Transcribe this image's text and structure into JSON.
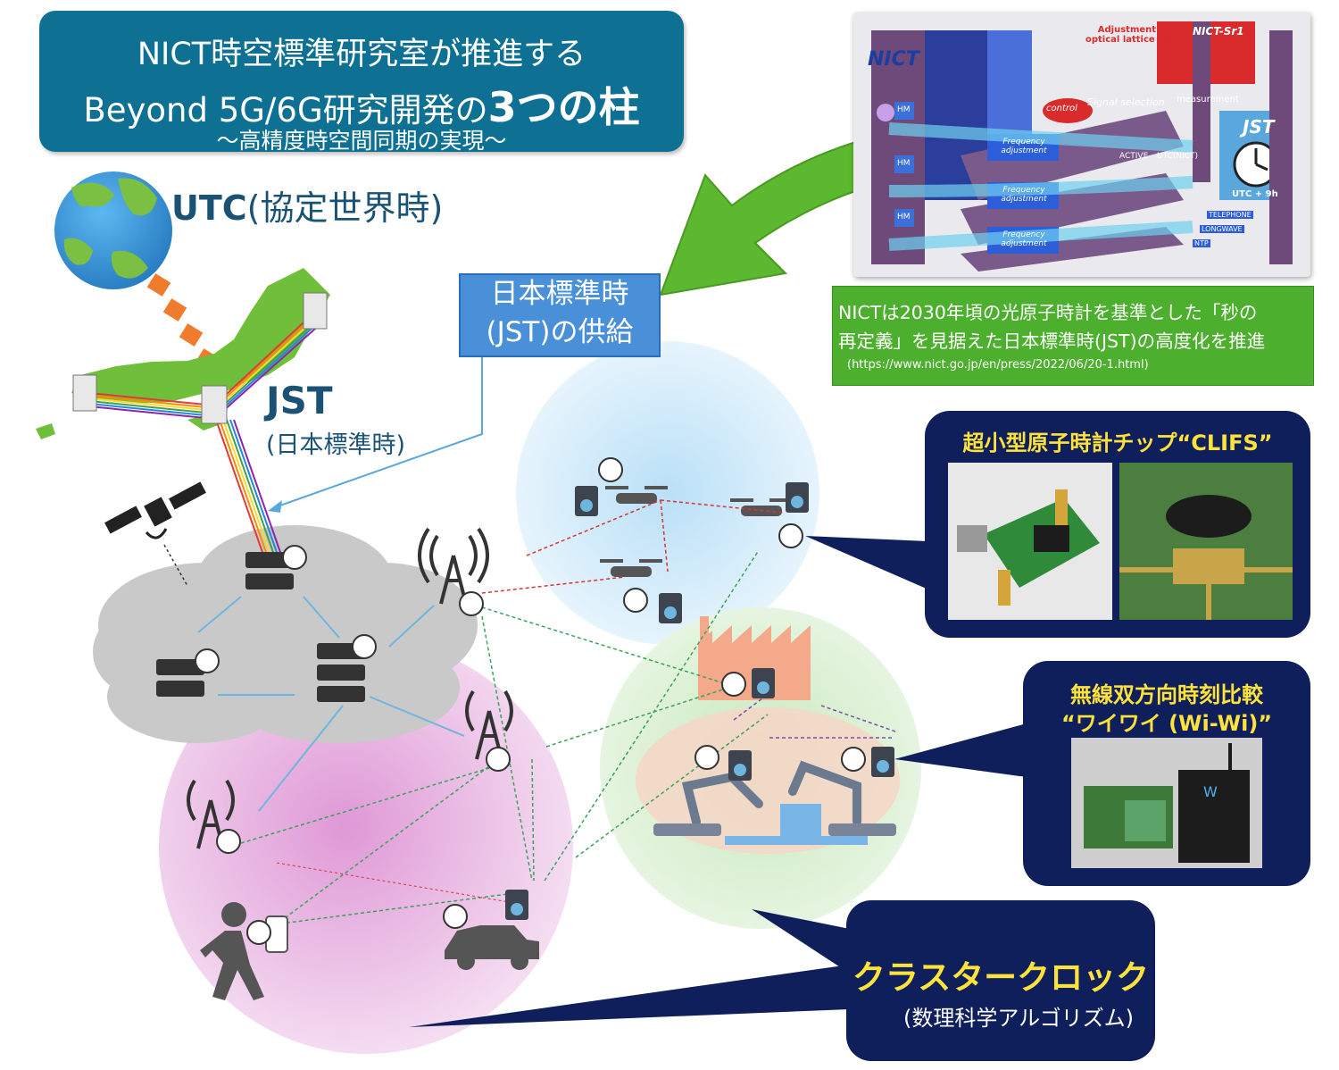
{
  "title": {
    "line1": "NICT時空標準研究室が推進する",
    "line2_prefix": "Beyond 5G/6G研究開発の",
    "line2_emphasis": "3つの柱",
    "line3": "～高精度時空間同期の実現～"
  },
  "utc": {
    "abbr": "UTC",
    "name": "(協定世界時)"
  },
  "jst": {
    "abbr": "JST",
    "name": "(日本標準時)"
  },
  "supply": {
    "line1": "日本標準時",
    "line2": "(JST)の供給"
  },
  "nict_diagram": {
    "logo": "NICT",
    "lattice_label": "Adjustment by optical lattice clock",
    "srclock": "NICT-Sr1",
    "control": "control",
    "signal_selection": "Signal selection",
    "measurement": "measurement",
    "freq_adj": [
      "Frequency adjustment",
      "Frequency adjustment",
      "Frequency adjustment"
    ],
    "active": "ACTIVE",
    "utc_nict": "UTC(NICT)",
    "jst": "JST",
    "clock_label": "UTC + 9h",
    "services": [
      "TELEPHONE",
      "LONGWAVE",
      "NTP"
    ],
    "hm": [
      "HM",
      "HM",
      "HM"
    ]
  },
  "nict_caption": {
    "line1": "NICTは2030年頃の光原子時計を基準とした「秒の",
    "line2": "再定義」を見据えた日本標準時(JST)の高度化を推進",
    "url": "(https://www.nict.go.jp/en/press/2022/06/20-1.html)"
  },
  "clifs": {
    "title": "超小型原子時計チップ“CLIFS”"
  },
  "wiwi": {
    "title1": "無線双方向時刻比較",
    "title2": "“ワイワイ (Wi-Wi)”"
  },
  "cluster": {
    "title": "クラスタークロック",
    "subtitle": "(数理科学アルゴリズム)"
  },
  "colors": {
    "title_bg": "#0e7194",
    "caption_green": "#4caf2d",
    "callout_navy": "#0f1f5c",
    "callout_yellow": "#ffe23a",
    "arrow_green": "#5cb82e",
    "sky_blue": "#c8e6f7",
    "pink": "#e8b6df",
    "light_green": "#d6efcd",
    "cloud_gray": "#c9c9c9"
  }
}
